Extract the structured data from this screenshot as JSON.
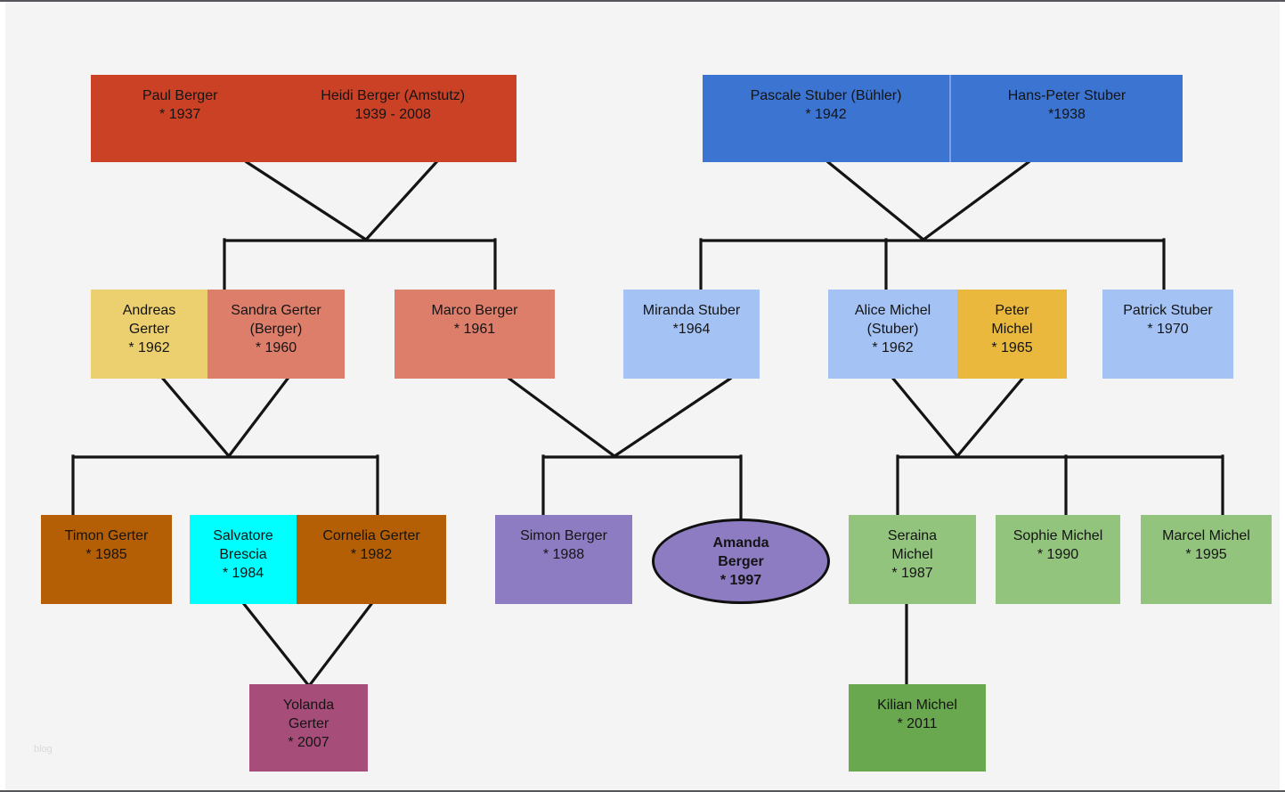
{
  "canvas": {
    "background": "#f4f4f4",
    "frame_color": "#54565c",
    "watermark": "blog"
  },
  "palette": {
    "dark_red": "#cb4125",
    "blue": "#3c74d2",
    "light_yellow": "#ecd06f",
    "salmon": "#dd7e6b",
    "light_blue": "#a4c2f4",
    "gold": "#e9b83c",
    "brown": "#b45f06",
    "cyan": "#00ffff",
    "purple": "#8e7cc3",
    "light_green": "#93c47d",
    "green": "#6aa84f",
    "magenta": "#a64d79",
    "connector_line": "#141414"
  },
  "people": {
    "paul": {
      "lines": [
        "Paul Berger",
        "* 1937"
      ]
    },
    "heidi": {
      "lines": [
        "Heidi Berger (Amstutz)",
        "1939 - 2008"
      ]
    },
    "pascale": {
      "lines": [
        "Pascale Stuber (Bühler)",
        "* 1942"
      ]
    },
    "hans_peter": {
      "lines": [
        "Hans-Peter Stuber",
        "*1938"
      ]
    },
    "andreas": {
      "lines": [
        "Andreas",
        "Gerter",
        "* 1962"
      ]
    },
    "sandra": {
      "lines": [
        "Sandra Gerter",
        "(Berger)",
        "* 1960"
      ]
    },
    "marco": {
      "lines": [
        "Marco Berger",
        "* 1961"
      ]
    },
    "miranda": {
      "lines": [
        "Miranda Stuber",
        "*1964"
      ]
    },
    "alice": {
      "lines": [
        "Alice Michel",
        "(Stuber)",
        "* 1962"
      ]
    },
    "peter": {
      "lines": [
        "Peter",
        "Michel",
        "* 1965"
      ]
    },
    "patrick": {
      "lines": [
        "Patrick Stuber",
        "* 1970"
      ]
    },
    "timon": {
      "lines": [
        "Timon Gerter",
        "* 1985"
      ]
    },
    "salvatore": {
      "lines": [
        "Salvatore",
        "Brescia",
        "* 1984"
      ]
    },
    "cornelia": {
      "lines": [
        "Cornelia Gerter",
        "* 1982"
      ]
    },
    "simon": {
      "lines": [
        "Simon Berger",
        "* 1988"
      ]
    },
    "amanda": {
      "lines": [
        "Amanda",
        "Berger",
        "* 1997"
      ]
    },
    "seraina": {
      "lines": [
        "Seraina",
        "Michel",
        "* 1987"
      ]
    },
    "sophie": {
      "lines": [
        "Sophie Michel",
        "* 1990"
      ]
    },
    "marcel": {
      "lines": [
        "Marcel Michel",
        "* 1995"
      ]
    },
    "yolanda": {
      "lines": [
        "Yolanda",
        "Gerter",
        "* 2007"
      ]
    },
    "kilian": {
      "lines": [
        "Kilian Michel",
        "* 2011"
      ]
    }
  },
  "relationships": [
    {
      "parents": [
        "Paul Berger",
        "Heidi Berger (Amstutz)"
      ],
      "children": [
        "Sandra Gerter (Berger)",
        "Marco Berger"
      ]
    },
    {
      "parents": [
        "Pascale Stuber (Bühler)",
        "Hans-Peter Stuber"
      ],
      "children": [
        "Miranda Stuber",
        "Alice Michel (Stuber)",
        "Patrick Stuber"
      ]
    },
    {
      "parents": [
        "Andreas Gerter",
        "Sandra Gerter (Berger)"
      ],
      "children": [
        "Timon Gerter",
        "Cornelia Gerter"
      ]
    },
    {
      "parents": [
        "Marco Berger",
        "Miranda Stuber"
      ],
      "children": [
        "Simon Berger",
        "Amanda Berger"
      ]
    },
    {
      "parents": [
        "Alice Michel (Stuber)",
        "Peter Michel"
      ],
      "children": [
        "Seraina Michel",
        "Sophie Michel",
        "Marcel Michel"
      ]
    },
    {
      "parents": [
        "Salvatore Brescia",
        "Cornelia Gerter"
      ],
      "children": [
        "Yolanda Gerter"
      ]
    },
    {
      "parents": [
        "Seraina Michel"
      ],
      "children": [
        "Kilian Michel"
      ]
    }
  ]
}
